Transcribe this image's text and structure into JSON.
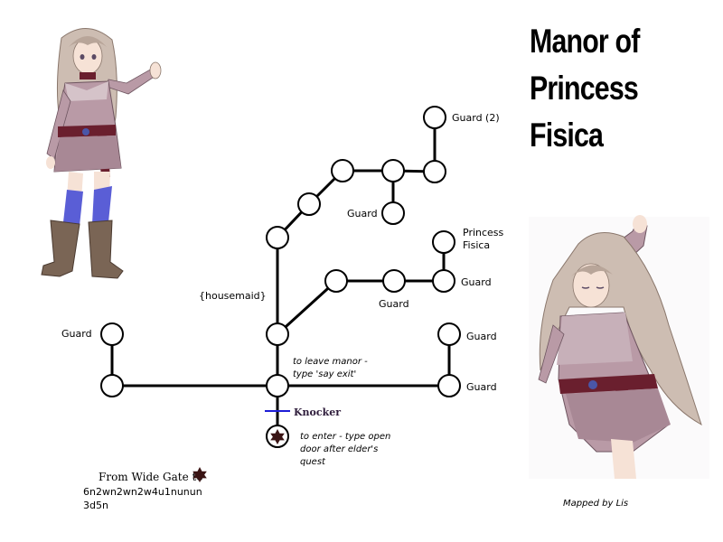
{
  "title": {
    "line1": "Manor of",
    "line2": "Princess",
    "line3": "Fisica"
  },
  "labels": {
    "guard_2": "Guard (2)",
    "guard_top_mid": "Guard",
    "princess_1": "Princess",
    "princess_2": "Fisica",
    "guard_right_mid": "Guard",
    "guard_mid": "Guard",
    "housemaid": "{housemaid}",
    "guard_left": "Guard",
    "guard_right_low": "Guard",
    "guard_right_bottom": "Guard",
    "leave_1": "to leave manor -",
    "leave_2": "type 'say exit'",
    "knocker": "Knocker",
    "enter_1": "to enter - type open",
    "enter_2": "door after elder's",
    "enter_3": "quest"
  },
  "directions": {
    "from": "From Wide Gate to",
    "path_1": "6n2wn2wn2w4u1nunun",
    "path_2": "3d5n"
  },
  "credit": "Mapped by Lis",
  "colors": {
    "line": "#000000",
    "knocker_line": "#1d1dd6",
    "star": "#3a1414",
    "dress": "#b99aa6",
    "dress_shadow": "#8a6a78",
    "belt": "#6a1f2e",
    "hair": "#cdbdb2",
    "hair_shadow": "#a89388",
    "skin": "#f6e2d6",
    "stocking": "#5a5ed6",
    "boot": "#7a6555"
  },
  "icons": [
    "entrance-star-icon",
    "wide-gate-star-icon"
  ]
}
